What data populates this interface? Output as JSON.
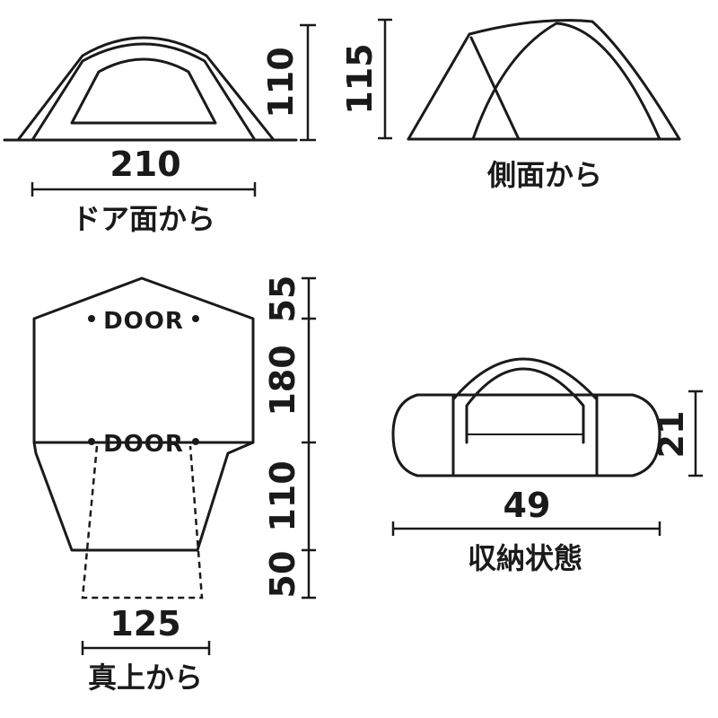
{
  "front_view": {
    "width": "210",
    "height": "110",
    "caption": "ドア面から"
  },
  "side_view": {
    "height": "115",
    "caption": "側面から"
  },
  "top_view": {
    "caption": "真上から",
    "width": "125",
    "door_label_upper": "DOOR",
    "door_label_lower": "DOOR",
    "segments": [
      "55",
      "180",
      "110",
      "50"
    ]
  },
  "packed_view": {
    "caption": "収納状態",
    "length": "49",
    "height": "21"
  }
}
